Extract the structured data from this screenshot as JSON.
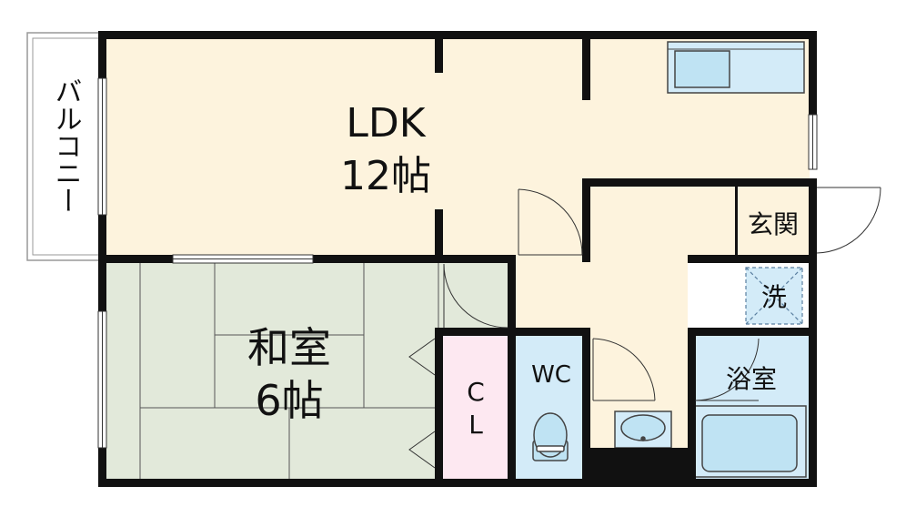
{
  "rooms": {
    "ldk": {
      "name": "LDK",
      "size": "12帖"
    },
    "washitsu": {
      "name": "和室",
      "size": "6帖"
    },
    "balcony": {
      "name": "バルコニー"
    },
    "entrance": {
      "name": "玄関"
    },
    "laundry": {
      "name": "洗"
    },
    "bath": {
      "name": "浴室"
    },
    "wc": {
      "name": "WC"
    },
    "closet": {
      "line1": "C",
      "line2": "L"
    }
  },
  "colors": {
    "wall": "#111111",
    "ldk_floor": "#fdf3dd",
    "tatami": "#e2e9da",
    "closet": "#fde8f1",
    "wet_area": "#d3ebf8",
    "fixture": "#bfe3f3"
  }
}
